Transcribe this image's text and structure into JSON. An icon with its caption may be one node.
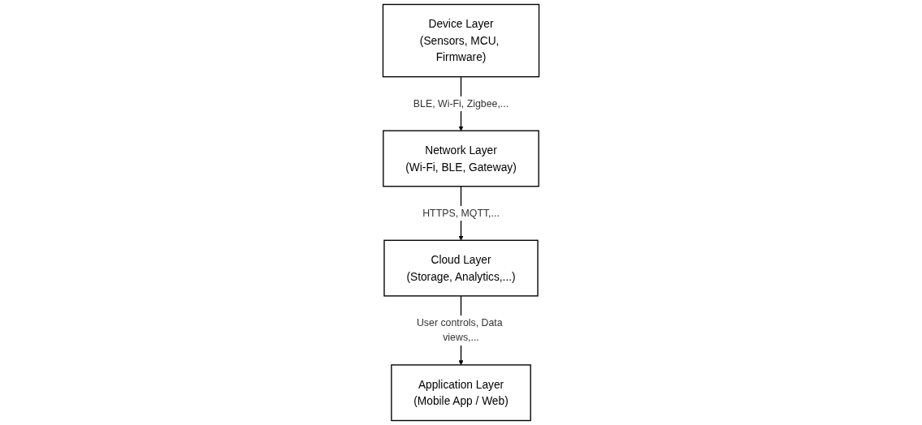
{
  "diagram": {
    "nodes": [
      {
        "text": [
          "Device Layer",
          "(Sensors, MCU, Firmware)"
        ]
      },
      {
        "text": [
          "Network Layer",
          "(Wi-Fi, BLE, Gateway)"
        ]
      },
      {
        "text": [
          "Cloud Layer",
          "(Storage, Analytics,...)"
        ]
      },
      {
        "text": [
          "Application Layer",
          "(Mobile App / Web)"
        ]
      }
    ],
    "edges": [
      {
        "from": 0,
        "to": 1,
        "arrow": "to",
        "label": "BLE, Wi-Fi, Zigbee,..."
      },
      {
        "from": 1,
        "to": 2,
        "arrow": "to",
        "label": "HTTPS, MQTT,..."
      },
      {
        "from": 2,
        "to": 3,
        "arrow": "to",
        "label": "User controls, Data views,..."
      }
    ]
  }
}
